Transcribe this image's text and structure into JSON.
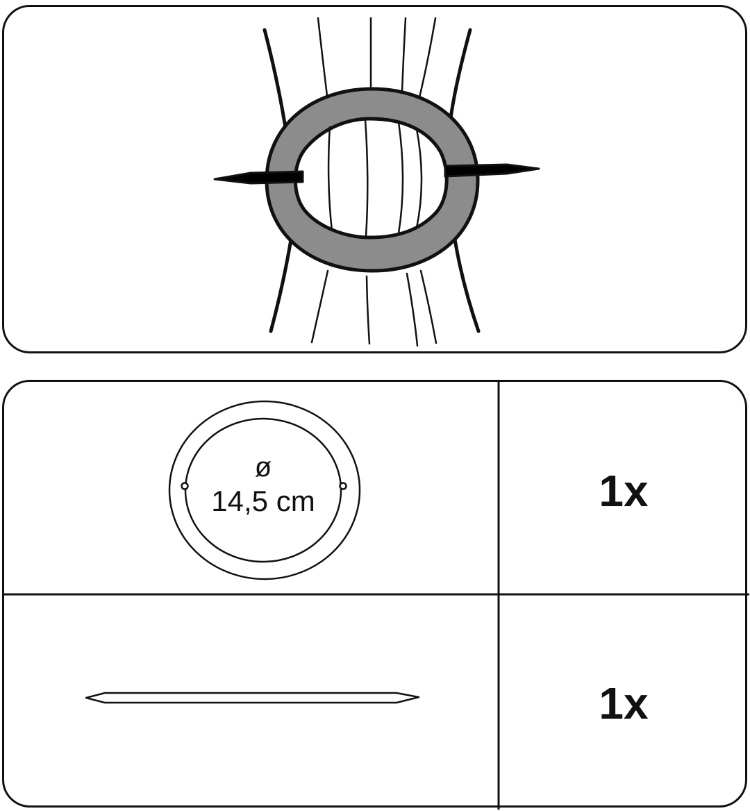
{
  "colors": {
    "line": "#111111",
    "ring_fill": "#8c8c8c",
    "background": "#ffffff"
  },
  "illustration": {
    "name": "ring-with-stick-holding-curtain"
  },
  "parts": [
    {
      "icon": "ring-icon",
      "diameter_symbol": "ø",
      "diameter_value": "14,5 cm",
      "quantity": "1x"
    },
    {
      "icon": "stick-icon",
      "quantity": "1x"
    }
  ]
}
